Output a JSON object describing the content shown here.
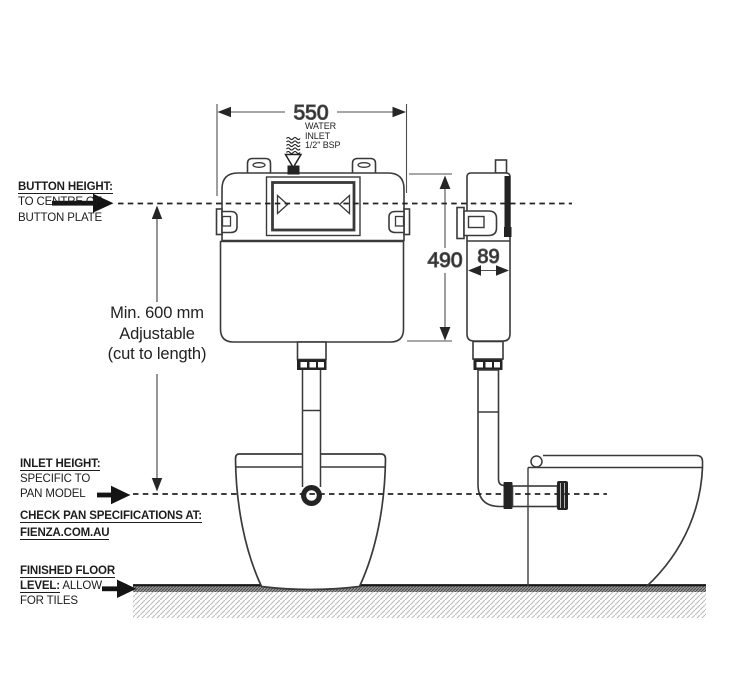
{
  "diagram": {
    "dimensions": {
      "width": "550",
      "height": "490",
      "depth": "89"
    },
    "water_inlet": {
      "line1": "WATER",
      "line2": "INLET",
      "line3": "1/2\" BSP"
    },
    "adjustable_note": {
      "line1": "Min. 600 mm",
      "line2": "Adjustable",
      "line3": "(cut to length)"
    },
    "button_height": {
      "title": "BUTTON HEIGHT:",
      "line2": "TO CENTRE OF",
      "line3": "BUTTON PLATE"
    },
    "inlet_height": {
      "title": "INLET HEIGHT:",
      "line2": "SPECIFIC TO",
      "line3": "PAN MODEL"
    },
    "check_pan": {
      "line1": "CHECK PAN SPECIFICATIONS AT:",
      "line2": "FIENZA.COM.AU"
    },
    "finished_floor": {
      "title": "FINISHED FLOOR",
      "line2_bold": "LEVEL:",
      "line2_rest": " ALLOW",
      "line3": "FOR TILES"
    },
    "colors": {
      "outline": "#3a3a3c",
      "solid_black": "#232323",
      "dimension": "#4f4f4f",
      "hatch_light": "#bdbdbd"
    }
  }
}
